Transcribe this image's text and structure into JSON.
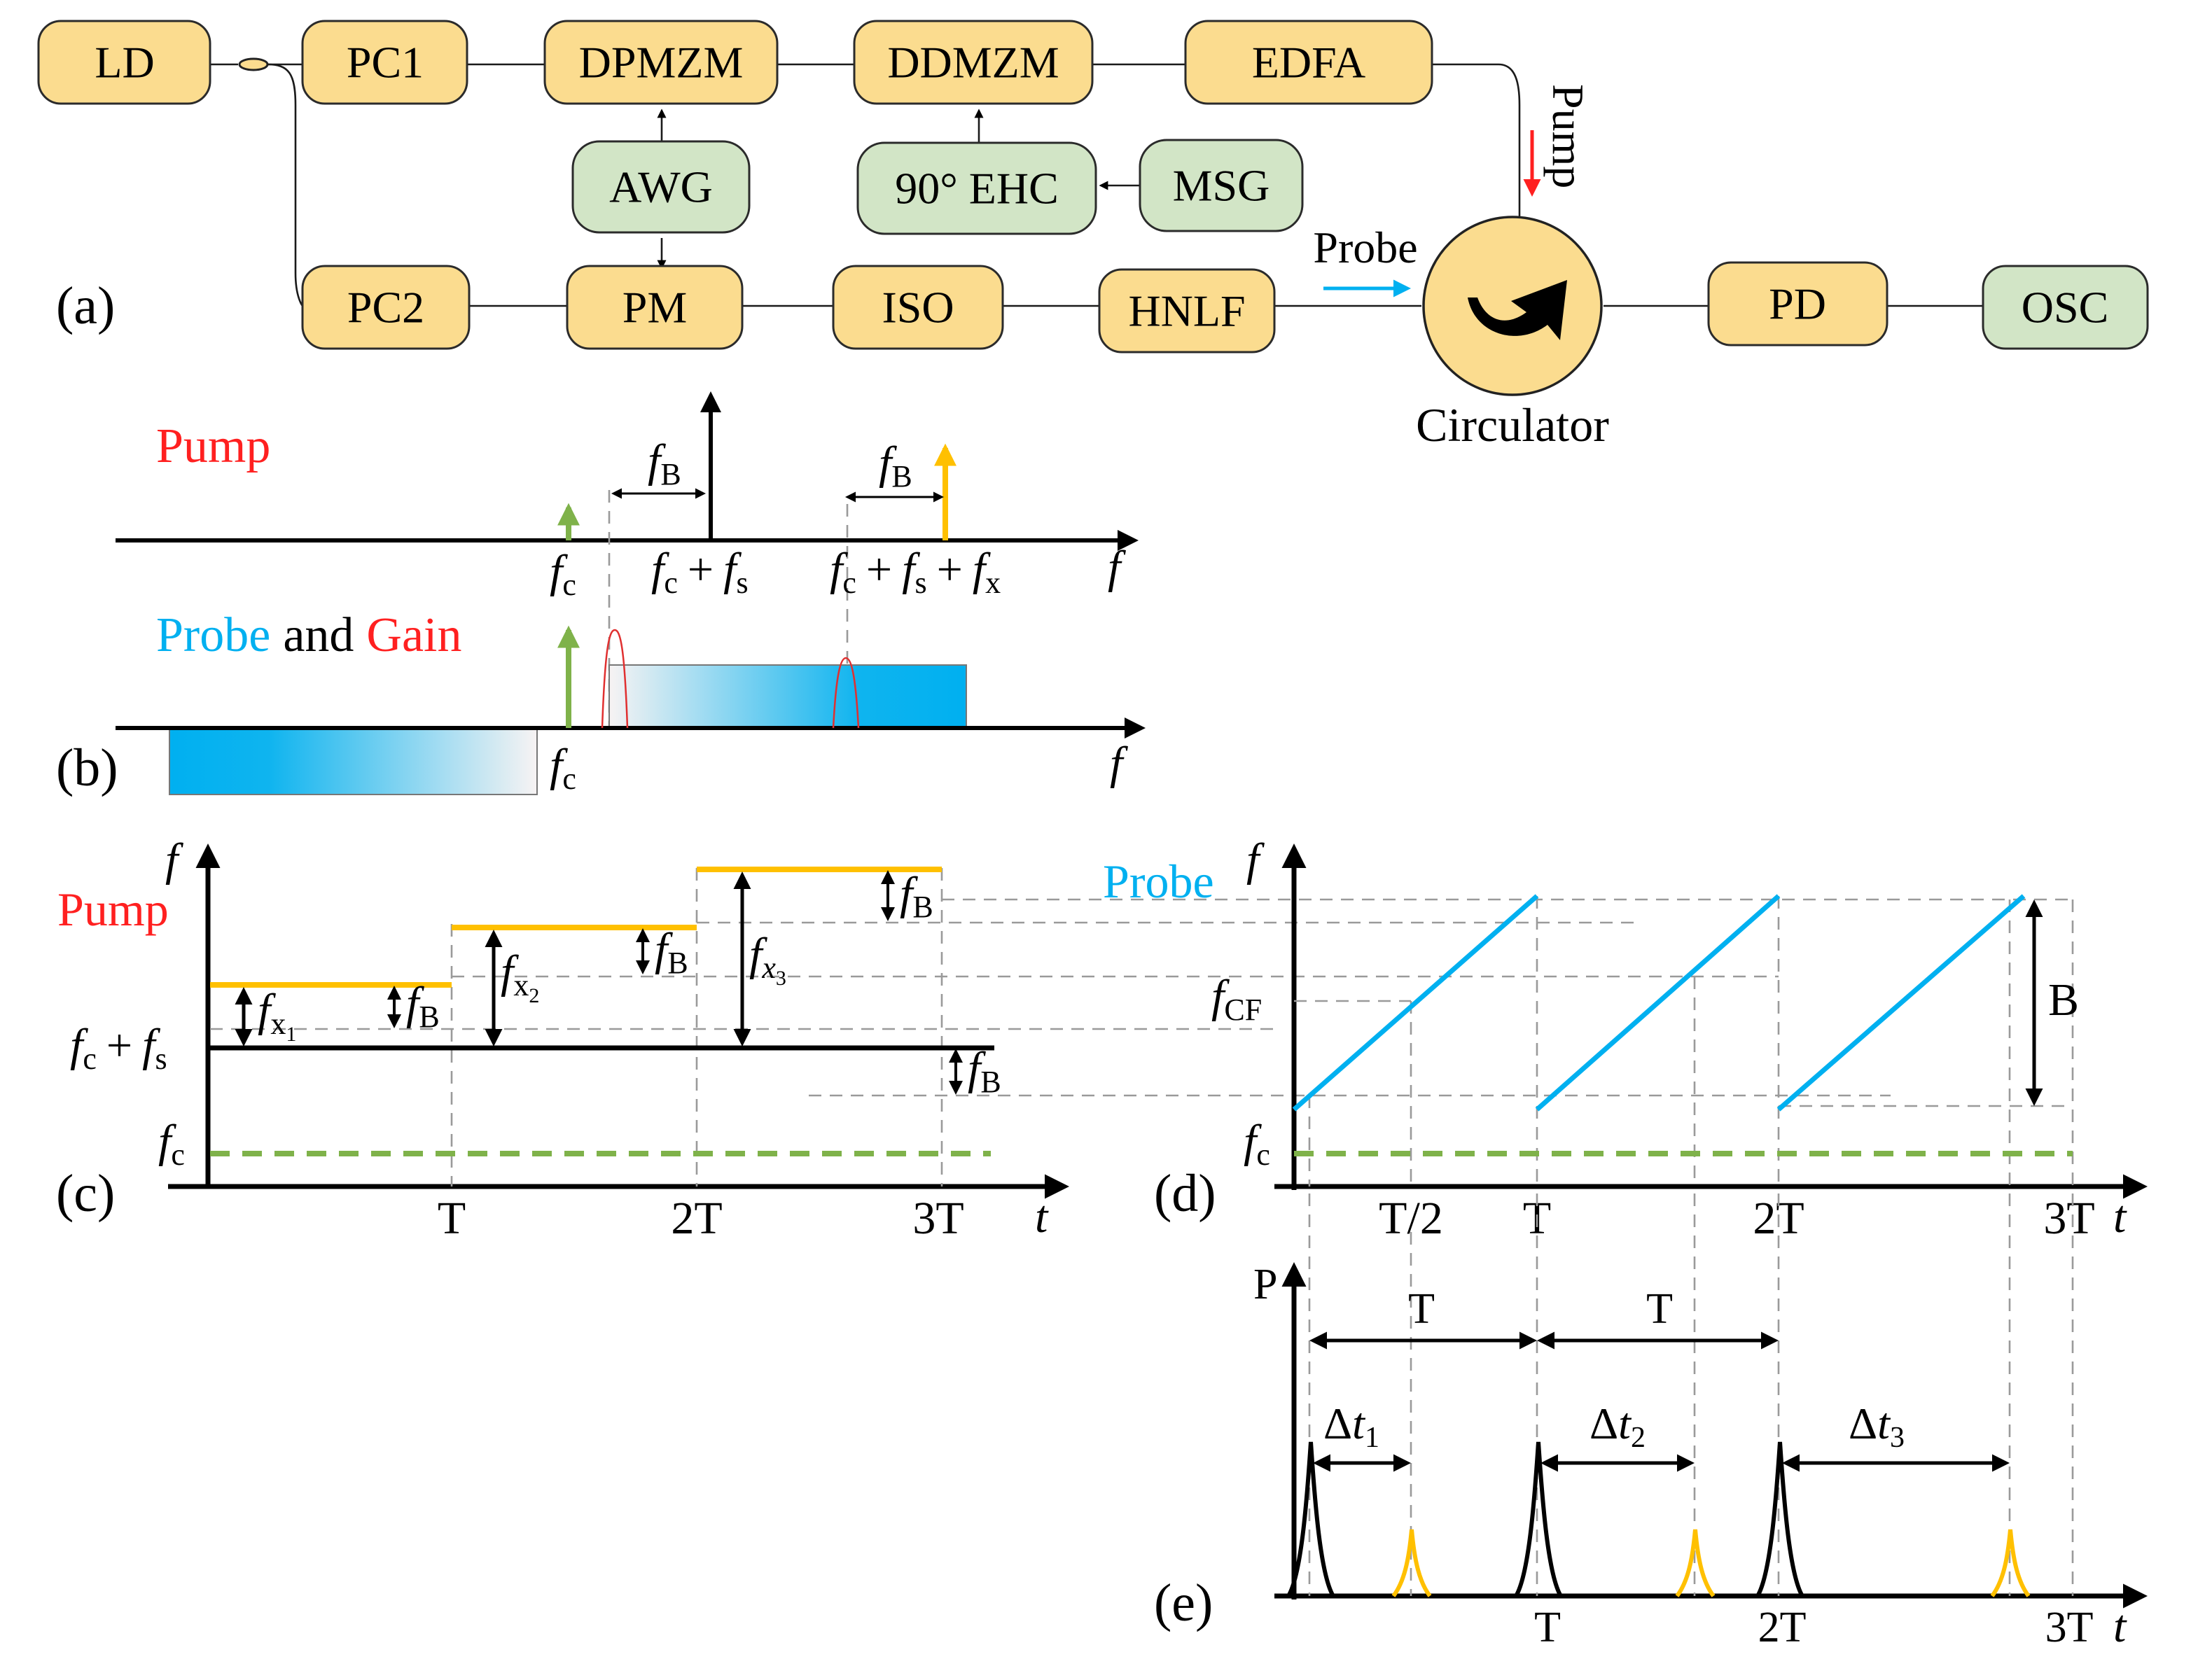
{
  "setup": {
    "blocks": {
      "ld": "LD",
      "pc1": "PC1",
      "dpmzm": "DPMZM",
      "ddmzm": "DDMZM",
      "edfa": "EDFA",
      "awg": "AWG",
      "ehc": "90° EHC",
      "msg": "MSG",
      "pc2": "PC2",
      "pm": "PM",
      "iso": "ISO",
      "hnlf": "HNLF",
      "pd": "PD",
      "osc": "OSC"
    },
    "probe_label": "Probe",
    "pump_label": "Pump",
    "circulator_label": "Circulator",
    "panel_label": "(a)"
  },
  "spectrum": {
    "panel_label": "(b)",
    "pump_label": "Pump",
    "probe_label": "Probe",
    "and_label": "and",
    "gain_label": "Gain",
    "f": "f",
    "fc_base": "f",
    "fc_sub": "c",
    "fB_base": "f",
    "fB_sub": "B",
    "fcfs": {
      "f1": "f",
      "s1": "c",
      "plus": "+",
      "f2": "f",
      "s2": "s"
    },
    "fcfsfx": {
      "f1": "f",
      "s1": "c",
      "plus1": "+",
      "f2": "f",
      "s2": "s",
      "plus2": "+",
      "f3": "f",
      "s3": "x"
    }
  },
  "pump_time": {
    "panel_label": "(c)",
    "title": "Pump",
    "f": "f",
    "t": "t",
    "ticks": [
      "T",
      "2T",
      "3T"
    ],
    "fcfs": {
      "f1": "f",
      "s1": "c",
      "plus": "+",
      "f2": "f",
      "s2": "s"
    },
    "fc": {
      "base": "f",
      "sub": "c"
    },
    "fB": {
      "base": "f",
      "sub": "B"
    },
    "fx1": {
      "base": "f",
      "sub": "x",
      "subsub": "1"
    },
    "fx2": {
      "base": "f",
      "sub": "x",
      "subsub": "2"
    },
    "fx3": {
      "base": "f",
      "sub": "x",
      "subsub": "3"
    }
  },
  "probe_time": {
    "panel_label": "(d)",
    "title": "Probe",
    "f": "f",
    "t": "t",
    "ticks": [
      "T/2",
      "T",
      "2T",
      "3T"
    ],
    "fCF": {
      "base": "f",
      "sub": "CF"
    },
    "fc": {
      "base": "f",
      "sub": "c"
    },
    "B": "B"
  },
  "pulses": {
    "panel_label": "(e)",
    "p": "P",
    "t": "t",
    "ticks": [
      "T",
      "2T",
      "3T"
    ],
    "period": "T",
    "dt1": {
      "delta": "Δ",
      "t": "t",
      "sub": "1"
    },
    "dt2": {
      "delta": "Δ",
      "t": "t",
      "sub": "2"
    },
    "dt3": {
      "delta": "Δ",
      "t": "t",
      "sub": "3"
    }
  },
  "colors": {
    "block": "#fbdc8f",
    "block_green": "#d2e5c6",
    "pump_red": "#ff2020",
    "probe_blue": "#00b0f0",
    "orange": "#ffc000",
    "green": "#7fb24a",
    "gain_red": "#e03030"
  }
}
